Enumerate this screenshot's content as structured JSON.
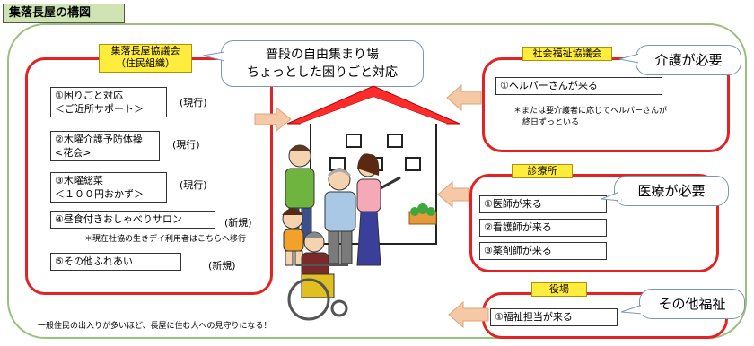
{
  "title": "集落長屋の構図",
  "council": {
    "label_line1": "集落長屋協議会",
    "label_line2": "（住民組織）",
    "items": [
      {
        "line1": "①困りごと対応",
        "line2": "＜ご近所サポート＞",
        "status": "(現行)"
      },
      {
        "line1": "②木曜介護予防体操",
        "line2": "<花会>",
        "status": "(現行)"
      },
      {
        "line1": "③木曜総菜",
        "line2": "＜１００円おかず＞",
        "status": "(現行)"
      },
      {
        "line1": "④昼食付きおしゃべりサロン",
        "status": "(新規)"
      },
      {
        "line1": "⑤その他ふれあい",
        "status": "(新規)"
      }
    ],
    "note": "＊現在社協の生きデイ利用者はこちらへ移行"
  },
  "center_callout": {
    "line1": "普段の自由集まり場",
    "line2": "ちょっとした困りごと対応"
  },
  "social_welfare": {
    "label": "社会福祉協議会",
    "item": "①ヘルパーさんが来る",
    "note_line1": "＊または要介護者に応じてヘルパーさんが",
    "note_line2": "終日ずっといる",
    "callout": "介護が必要"
  },
  "clinic": {
    "label": "診療所",
    "items": [
      "①医師が来る",
      "②看護師が来る",
      "③薬剤師が来る"
    ],
    "callout": "医療が必要"
  },
  "town_office": {
    "label": "役場",
    "item": "①福祉担当が来る",
    "callout": "その他福祉"
  },
  "footer": "一般住民の出入りが多いほど、長屋に住む人への見守りになる！",
  "colors": {
    "red": "#e32323",
    "yellow_label": "#ffec3d",
    "green_border": "#9bc07c",
    "arrow_fill": "#f6c9a6",
    "roof": "#ff2a2a"
  }
}
